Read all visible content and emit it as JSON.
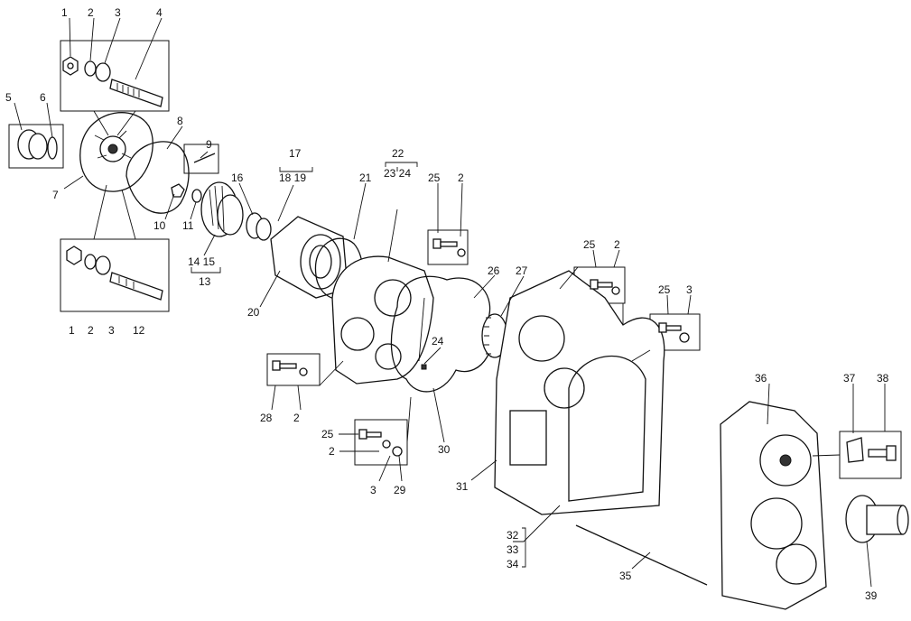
{
  "diagram": {
    "type": "exploded-parts-view",
    "callouts": [
      "1",
      "2",
      "3",
      "4",
      "5",
      "6",
      "7",
      "8",
      "9",
      "10",
      "11",
      "14 15",
      "13",
      "16",
      "17",
      "18 19",
      "20",
      "21",
      "22",
      "23 24",
      "25",
      "2",
      "26",
      "27",
      "25",
      "2",
      "25",
      "3",
      "1",
      "2",
      "3",
      "12",
      "24",
      "28",
      "2",
      "25",
      "2",
      "3",
      "29",
      "30",
      "31",
      "32",
      "33",
      "34",
      "35",
      "36",
      "37",
      "38",
      "39"
    ]
  }
}
